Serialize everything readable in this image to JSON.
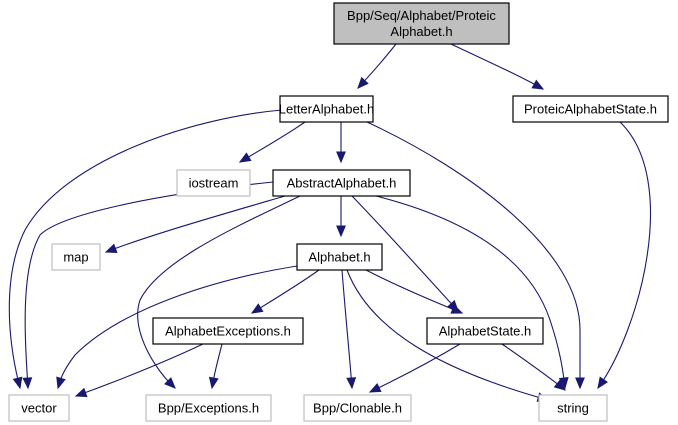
{
  "graph": {
    "title": "Include dependency graph for ProteicAlphabet.h",
    "nodes": [
      {
        "id": "root",
        "lines": [
          "Bpp/Seq/Alphabet/Proteic",
          "Alphabet.h"
        ],
        "style": "root"
      },
      {
        "id": "letter",
        "lines": [
          "LetterAlphabet.h"
        ],
        "style": "documented"
      },
      {
        "id": "pstate",
        "lines": [
          "ProteicAlphabetState.h"
        ],
        "style": "documented"
      },
      {
        "id": "iostream",
        "lines": [
          "iostream"
        ],
        "style": "external"
      },
      {
        "id": "abstract",
        "lines": [
          "AbstractAlphabet.h"
        ],
        "style": "documented"
      },
      {
        "id": "map",
        "lines": [
          "map"
        ],
        "style": "external"
      },
      {
        "id": "alphabet",
        "lines": [
          "Alphabet.h"
        ],
        "style": "documented"
      },
      {
        "id": "aexc",
        "lines": [
          "AlphabetExceptions.h"
        ],
        "style": "documented"
      },
      {
        "id": "astate",
        "lines": [
          "AlphabetState.h"
        ],
        "style": "documented"
      },
      {
        "id": "vector",
        "lines": [
          "vector"
        ],
        "style": "external"
      },
      {
        "id": "bppexc",
        "lines": [
          "Bpp/Exceptions.h"
        ],
        "style": "external"
      },
      {
        "id": "clonable",
        "lines": [
          "Bpp/Clonable.h"
        ],
        "style": "external"
      },
      {
        "id": "string",
        "lines": [
          "string"
        ],
        "style": "external"
      }
    ],
    "edges": [
      {
        "from": "root",
        "to": "letter"
      },
      {
        "from": "root",
        "to": "pstate"
      },
      {
        "from": "letter",
        "to": "vector"
      },
      {
        "from": "letter",
        "to": "iostream"
      },
      {
        "from": "letter",
        "to": "abstract"
      },
      {
        "from": "letter",
        "to": "string"
      },
      {
        "from": "pstate",
        "to": "string"
      },
      {
        "from": "abstract",
        "to": "vector"
      },
      {
        "from": "abstract",
        "to": "map"
      },
      {
        "from": "abstract",
        "to": "bppexc"
      },
      {
        "from": "abstract",
        "to": "alphabet"
      },
      {
        "from": "abstract",
        "to": "astate"
      },
      {
        "from": "abstract",
        "to": "string"
      },
      {
        "from": "alphabet",
        "to": "vector"
      },
      {
        "from": "alphabet",
        "to": "aexc"
      },
      {
        "from": "alphabet",
        "to": "clonable"
      },
      {
        "from": "alphabet",
        "to": "astate"
      },
      {
        "from": "alphabet",
        "to": "string"
      },
      {
        "from": "aexc",
        "to": "vector"
      },
      {
        "from": "aexc",
        "to": "bppexc"
      },
      {
        "from": "astate",
        "to": "clonable"
      },
      {
        "from": "astate",
        "to": "string"
      }
    ],
    "colors": {
      "edge": "#191970",
      "root_fill": "#bfbfbf",
      "documented_border": "#000000",
      "external_border": "#bfbfbf",
      "node_fill": "#ffffff"
    }
  }
}
